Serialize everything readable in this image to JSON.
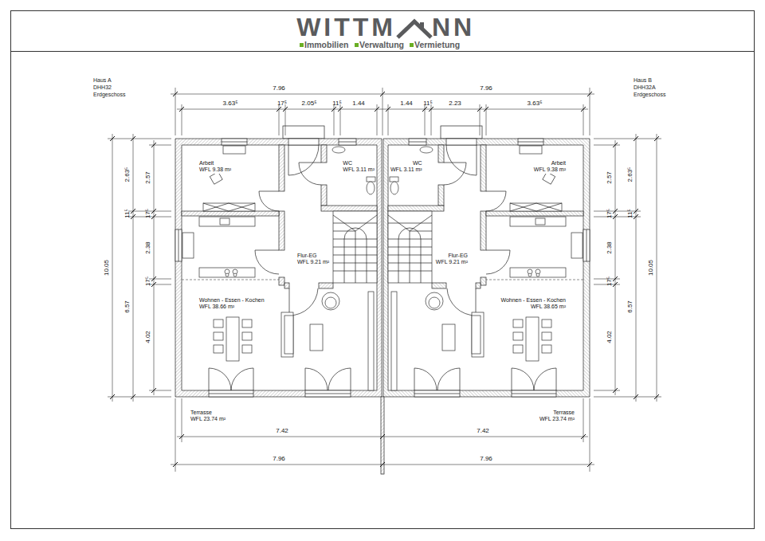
{
  "diagram": {
    "nodes": [
      {
        "text": [
          "Arbeit",
          "WFL 9.38 m²"
        ]
      },
      {
        "text": [
          "WC",
          "WFL 3.11 m²"
        ]
      },
      {
        "text": [
          "Flur-EG",
          "WFL 9.21 m²"
        ]
      },
      {
        "text": [
          "Wohnen - Essen - Kochen",
          "WFL 38.66 m²"
        ]
      },
      {
        "text": [
          "Terrasse",
          "WFL 23.74 m²"
        ]
      },
      {
        "text": [
          "Arbeit",
          "WFL 9.38 m²"
        ]
      },
      {
        "text": [
          "WC",
          "WFL 3.11 m²"
        ]
      },
      {
        "text": [
          "Flur-EG",
          "WFL 9.21 m²"
        ]
      },
      {
        "text": [
          "Wohnen - Essen - Kochen",
          "WFL 38.65 m²"
        ]
      },
      {
        "text": [
          "Terrasse",
          "WFL 23.74 m²"
        ]
      }
    ],
    "labels": [
      "WITTM",
      "NN",
      "Immobilien",
      "Verwaltung",
      "Vermietung",
      "Haus A",
      "DHH32",
      "Erdgeschoss",
      "Haus B",
      "DHH32A",
      "Erdgeschoss",
      "7.96",
      "7.96",
      "3.63⁵",
      "17⁵",
      "2.05⁵",
      "11⁵",
      "1.44",
      "1.44",
      "11⁵",
      "2.23",
      "3.63⁵",
      "10.05",
      "2.63⁵",
      "11⁵",
      "6.57",
      "2.57",
      "17⁵",
      "2.38",
      "17⁵",
      "4.02",
      "2.57",
      "17⁵",
      "2.38",
      "17⁵",
      "4.02",
      "2.63⁵",
      "11⁵",
      "6.57",
      "10.05",
      "7.42",
      "7.42",
      "7.96",
      "7.96"
    ]
  }
}
